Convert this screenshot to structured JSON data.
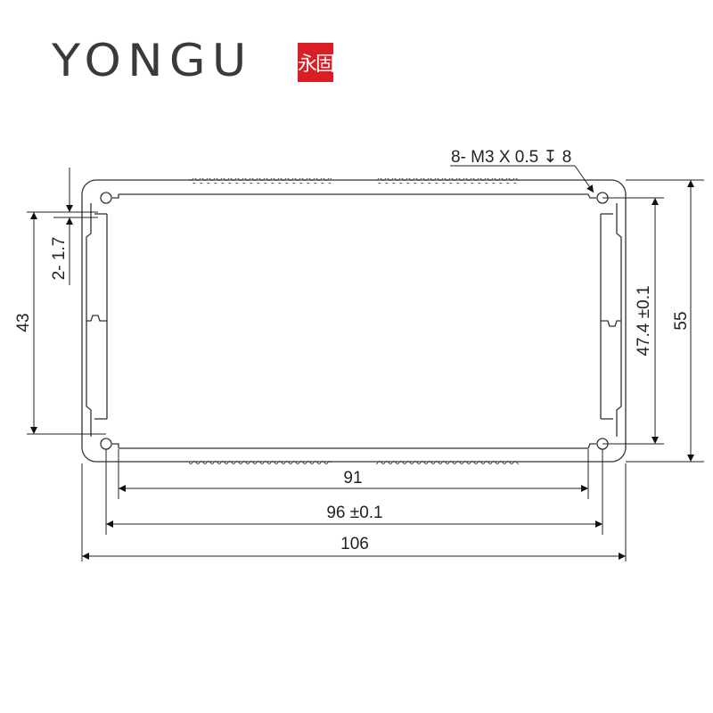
{
  "logo": {
    "brand": "YONGU",
    "seal_text": "永固",
    "seal_color": "#d91f26",
    "text_color": "#3a3a3a"
  },
  "drawing": {
    "type": "aluminum enclosure profile cross-section",
    "line_color": "#222222",
    "annotations": {
      "thread_callout": "8- M3 X 0.5 ↧ 8",
      "slot_width": "2- 1.7",
      "left_height": "43",
      "inner_height": "47.4 ±0.1",
      "total_height": "55",
      "inner_width": "91",
      "hole_spacing": "96 ±0.1",
      "total_width": "106"
    }
  }
}
